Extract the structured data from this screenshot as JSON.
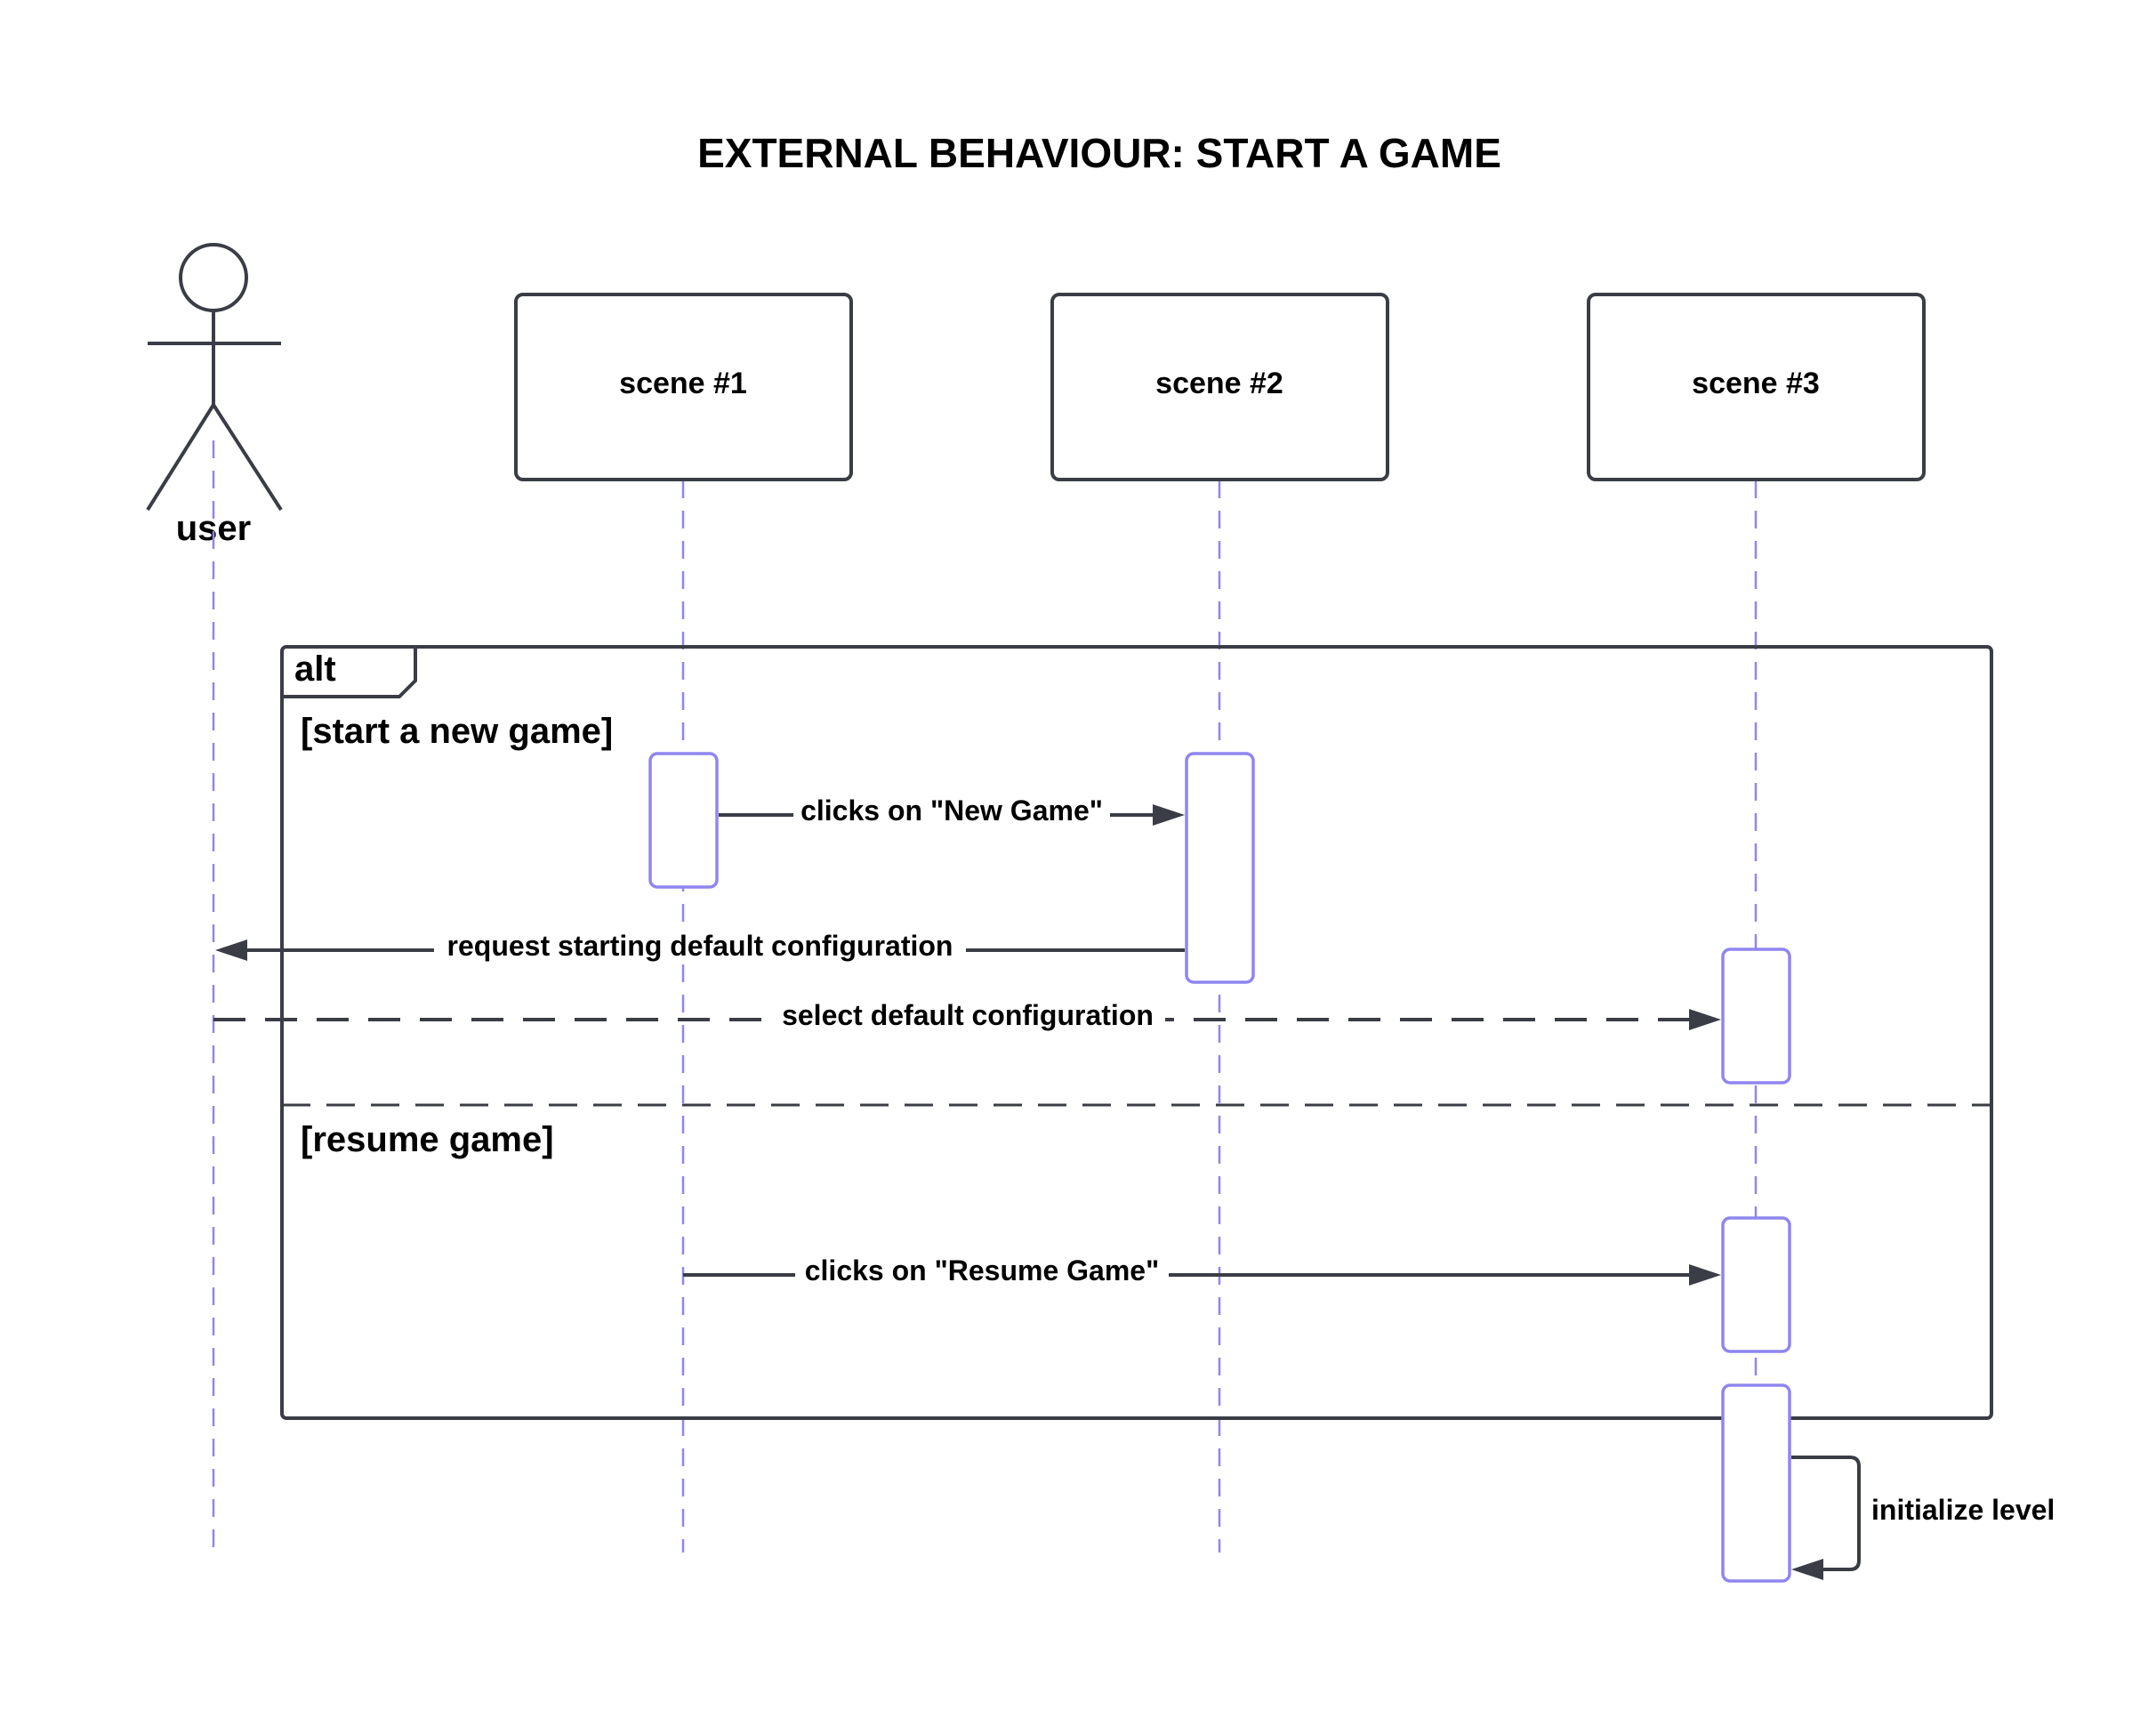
{
  "title": "EXTERNAL BEHAVIOUR: START A GAME",
  "actor": {
    "label": "user"
  },
  "participants": [
    {
      "id": "scene1",
      "label": "scene #1"
    },
    {
      "id": "scene2",
      "label": "scene #2"
    },
    {
      "id": "scene3",
      "label": "scene #3"
    }
  ],
  "fragment": {
    "operator": "alt",
    "guards": [
      "[start a new game]",
      "[resume game]"
    ]
  },
  "messages": [
    {
      "label": "clicks on \"New Game\"",
      "from": "scene1",
      "to": "scene2",
      "style": "solid"
    },
    {
      "label": "request starting default configuration",
      "from": "scene2",
      "to": "user",
      "style": "solid"
    },
    {
      "label": "select default configuration",
      "from": "user",
      "to": "scene3",
      "style": "dashed"
    },
    {
      "label": "clicks on \"Resume Game\"",
      "from": "scene1",
      "to": "scene3",
      "style": "solid"
    },
    {
      "label": "initialize level",
      "from": "scene3",
      "to": "scene3",
      "style": "self"
    }
  ],
  "colors": {
    "lifeline": "#8f86f0",
    "stroke": "#3a3d45",
    "text": "#000000",
    "background": "#ffffff"
  }
}
